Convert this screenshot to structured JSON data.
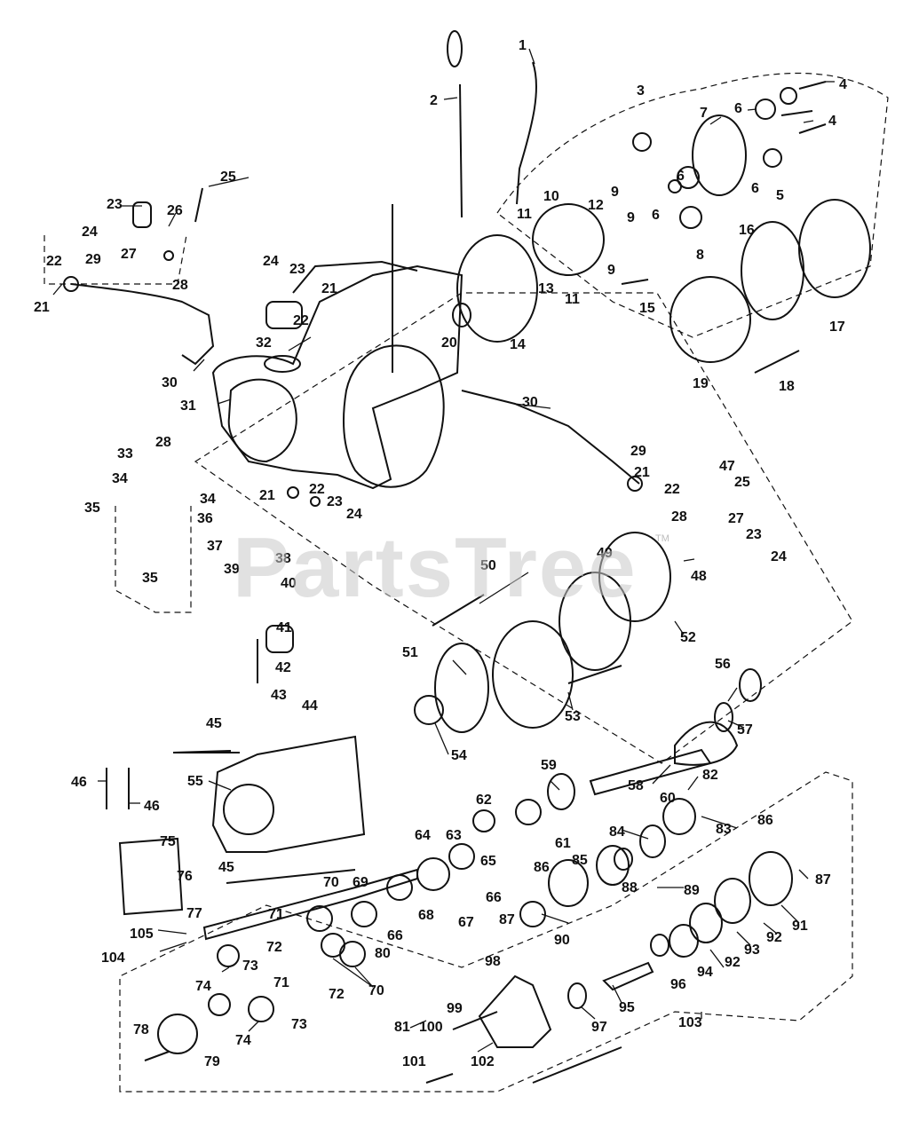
{
  "watermark": {
    "text": "PartsTree",
    "trademark": "TM"
  },
  "callouts": [
    "1",
    "2",
    "3",
    "4",
    "5",
    "6",
    "7",
    "8",
    "9",
    "10",
    "11",
    "12",
    "13",
    "14",
    "15",
    "16",
    "17",
    "18",
    "19",
    "20",
    "21",
    "22",
    "23",
    "24",
    "25",
    "26",
    "27",
    "28",
    "29",
    "30",
    "31",
    "32",
    "33",
    "34",
    "35",
    "36",
    "37",
    "38",
    "39",
    "40",
    "41",
    "42",
    "43",
    "44",
    "45",
    "46",
    "47",
    "48",
    "49",
    "50",
    "51",
    "52",
    "53",
    "54",
    "55",
    "56",
    "57",
    "58",
    "59",
    "60",
    "61",
    "62",
    "63",
    "64",
    "65",
    "66",
    "67",
    "68",
    "69",
    "70",
    "71",
    "72",
    "73",
    "74",
    "75",
    "76",
    "77",
    "78",
    "79",
    "80",
    "81",
    "82",
    "83",
    "84",
    "85",
    "86",
    "87",
    "88",
    "89",
    "90",
    "91",
    "92",
    "93",
    "94",
    "95",
    "96",
    "97",
    "98",
    "99",
    "100",
    "101",
    "102",
    "103",
    "104",
    "105"
  ],
  "colors": {
    "ink": "#111111",
    "paper": "#ffffff",
    "watermark": "#c9c9c9"
  }
}
